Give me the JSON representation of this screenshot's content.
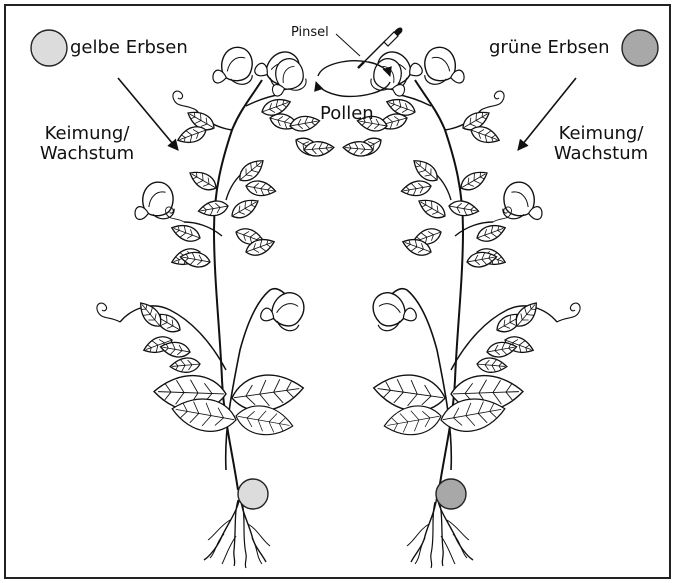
{
  "labels": {
    "left_seed": "gelbe Erbsen",
    "right_seed": "grüne Erbsen",
    "brush": "Pinsel",
    "pollen": "Pollen",
    "left_growth_line1": "Keimung/",
    "left_growth_line2": "Wachstum",
    "right_growth_line1": "Keimung/",
    "right_growth_line2": "Wachstum"
  },
  "colors": {
    "yellow_pea": "#dcdcdc",
    "green_pea": "#a8a8a8",
    "ink": "#111111"
  },
  "icons": {
    "brush": "paintbrush-icon",
    "transfer": "double-arrow-ellipse"
  }
}
